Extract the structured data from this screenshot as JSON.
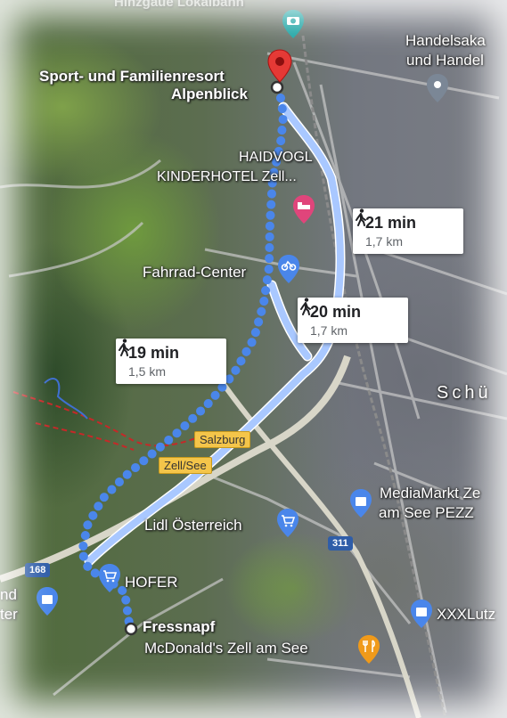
{
  "map": {
    "labels": {
      "top_cut": "Hinzgaue Lokalbahn",
      "resort_line1": "Sport- und Familienresort",
      "resort_line2": "Alpenblick",
      "handel_line1": "Handelsaka",
      "handel_line2": "und Handel",
      "haidvogl_line1": "HAIDVOGL",
      "haidvogl_line2": "KINDERHOTEL Zell...",
      "fahrrad": "Fahrrad-Center",
      "schutt": "Schü",
      "mediamarkt_line1": "MediaMarkt Ze",
      "mediamarkt_line2": "am See PEZZ",
      "lidl": "Lidl Österreich",
      "hofer": "HOFER",
      "left_cut_line1": "nd",
      "left_cut_line2": "ter",
      "fressnapf": "Fressnapf",
      "mcdonalds": "McDonald's Zell am See",
      "xxxlutz": "XXXLutz"
    },
    "road_tags": {
      "salzburg": "Salzburg",
      "zell_see": "Zell/See",
      "route_168": "168",
      "route_311": "311"
    },
    "routes": [
      {
        "time": "21 min",
        "distance": "1,7 km"
      },
      {
        "time": "20 min",
        "distance": "1,7 km"
      },
      {
        "time": "19 min",
        "distance": "1,5 km"
      }
    ],
    "colors": {
      "route_primary": "#4a86ea",
      "route_alt": "#a9c8ff",
      "destination_pin": "#e53935",
      "poi_teal": "#1aa3a3",
      "poi_blue": "#4a86ea",
      "poi_pink": "#e0457b",
      "poi_orange": "#f09a1a",
      "road_tag": "#f4c54a"
    },
    "icons": {
      "walk": "walking-person-icon",
      "camera": "camera-icon",
      "pin": "map-pin-icon",
      "bed": "hotel-bed-icon",
      "bike": "bicycle-icon",
      "shop": "shopping-bag-icon",
      "cart": "shopping-cart-icon",
      "food": "restaurant-icon"
    }
  }
}
